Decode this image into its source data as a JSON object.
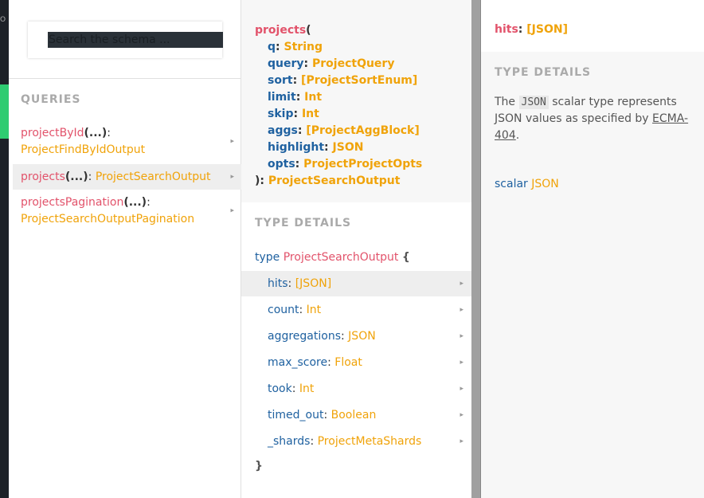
{
  "search": {
    "placeholder": "Search the schema ..."
  },
  "queries_panel": {
    "title": "QUERIES",
    "items": [
      {
        "name": "projectById",
        "args": "(...)",
        "colon": ":",
        "type": "ProjectFindByIdOutput"
      },
      {
        "name": "projects",
        "args": "(...)",
        "colon": ":",
        "type": "ProjectSearchOutput"
      },
      {
        "name": "projectsPagination",
        "args": "(...)",
        "colon": ":",
        "type": "ProjectSearchOutputPagination"
      }
    ]
  },
  "field_panel": {
    "signature": {
      "name": "projects",
      "open": "(",
      "args": [
        {
          "name": "q",
          "type": "String"
        },
        {
          "name": "query",
          "type": "ProjectQuery"
        },
        {
          "name": "sort",
          "type": "[ProjectSortEnum]"
        },
        {
          "name": "limit",
          "type": "Int"
        },
        {
          "name": "skip",
          "type": "Int"
        },
        {
          "name": "aggs",
          "type": "[ProjectAggBlock]"
        },
        {
          "name": "highlight",
          "type": "JSON"
        },
        {
          "name": "opts",
          "type": "ProjectProjectOpts"
        }
      ],
      "close": "):",
      "return_type": "ProjectSearchOutput"
    },
    "type_details_title": "TYPE DETAILS",
    "type_keyword": "type",
    "type_name": "ProjectSearchOutput",
    "open_brace": "{",
    "close_brace": "}",
    "fields": [
      {
        "name": "hits",
        "type": "[JSON]"
      },
      {
        "name": "count",
        "type": "Int"
      },
      {
        "name": "aggregations",
        "type": "JSON"
      },
      {
        "name": "max_score",
        "type": "Float"
      },
      {
        "name": "took",
        "type": "Int"
      },
      {
        "name": "timed_out",
        "type": "Boolean"
      },
      {
        "name": "_shards",
        "type": "ProjectMetaShards"
      }
    ]
  },
  "detail_panel": {
    "field_name": "hits",
    "field_type": "[JSON]",
    "type_details_title": "TYPE DETAILS",
    "desc_prefix": "The",
    "desc_code": "JSON",
    "desc_middle": "scalar type represents JSON values as specified by",
    "desc_link": "ECMA-404",
    "desc_suffix": ".",
    "scalar_keyword": "scalar",
    "scalar_name": "JSON"
  },
  "strip": {
    "tiny_text": "O"
  },
  "colors": {
    "field": "#e2536b",
    "type": "#f0a30a",
    "arg": "#1f61a0",
    "accent": "#2ecc71"
  }
}
